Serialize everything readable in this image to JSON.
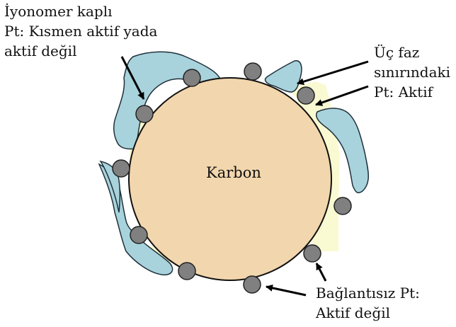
{
  "labels": {
    "ionomer_line1": "İyonomer kaplı",
    "ionomer_line2": "Pt: Kısmen aktif yada",
    "ionomer_line3": "aktif değil",
    "triple_line1": "Üç faz",
    "triple_line2": "sınırındaki",
    "triple_line3": "Pt: Aktif",
    "carbon": "Karbon",
    "isolated_line1": "Bağlantısız Pt:",
    "isolated_line2": "Aktif değil"
  },
  "colors": {
    "carbon_fill": "#f2d6ad",
    "carbon_stroke": "#111111",
    "ionomer_fill": "#a8d3dc",
    "ionomer_stroke": "#1f2f3a",
    "highlight_fill": "#fafad2",
    "pt_fill": "#808080",
    "pt_stroke": "#222222",
    "arrow": "#000000"
  }
}
